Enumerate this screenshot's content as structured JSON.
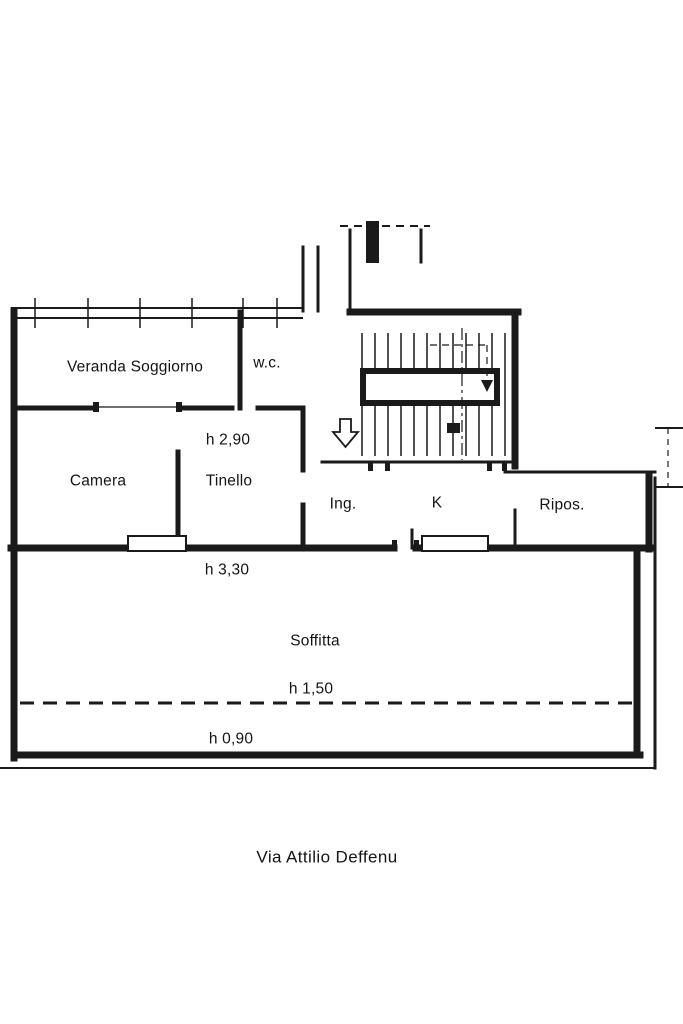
{
  "plan": {
    "rooms": {
      "veranda_soggiorno": "Veranda Soggiorno",
      "wc": "w.c.",
      "camera": "Camera",
      "tinello": "Tinello",
      "ingresso": "Ing.",
      "cucina": "K",
      "ripostiglio": "Ripos.",
      "soffitta": "Soffitta"
    },
    "heights": {
      "tinello_zone": "h 2,90",
      "soffitta_max": "h 3,30",
      "soffitta_mid": "h 1,50",
      "soffitta_min": "h 0,90"
    },
    "caption": "Via Attilio Deffenu",
    "colors": {
      "ink": "#1a1a1a",
      "paper": "#ffffff"
    }
  }
}
